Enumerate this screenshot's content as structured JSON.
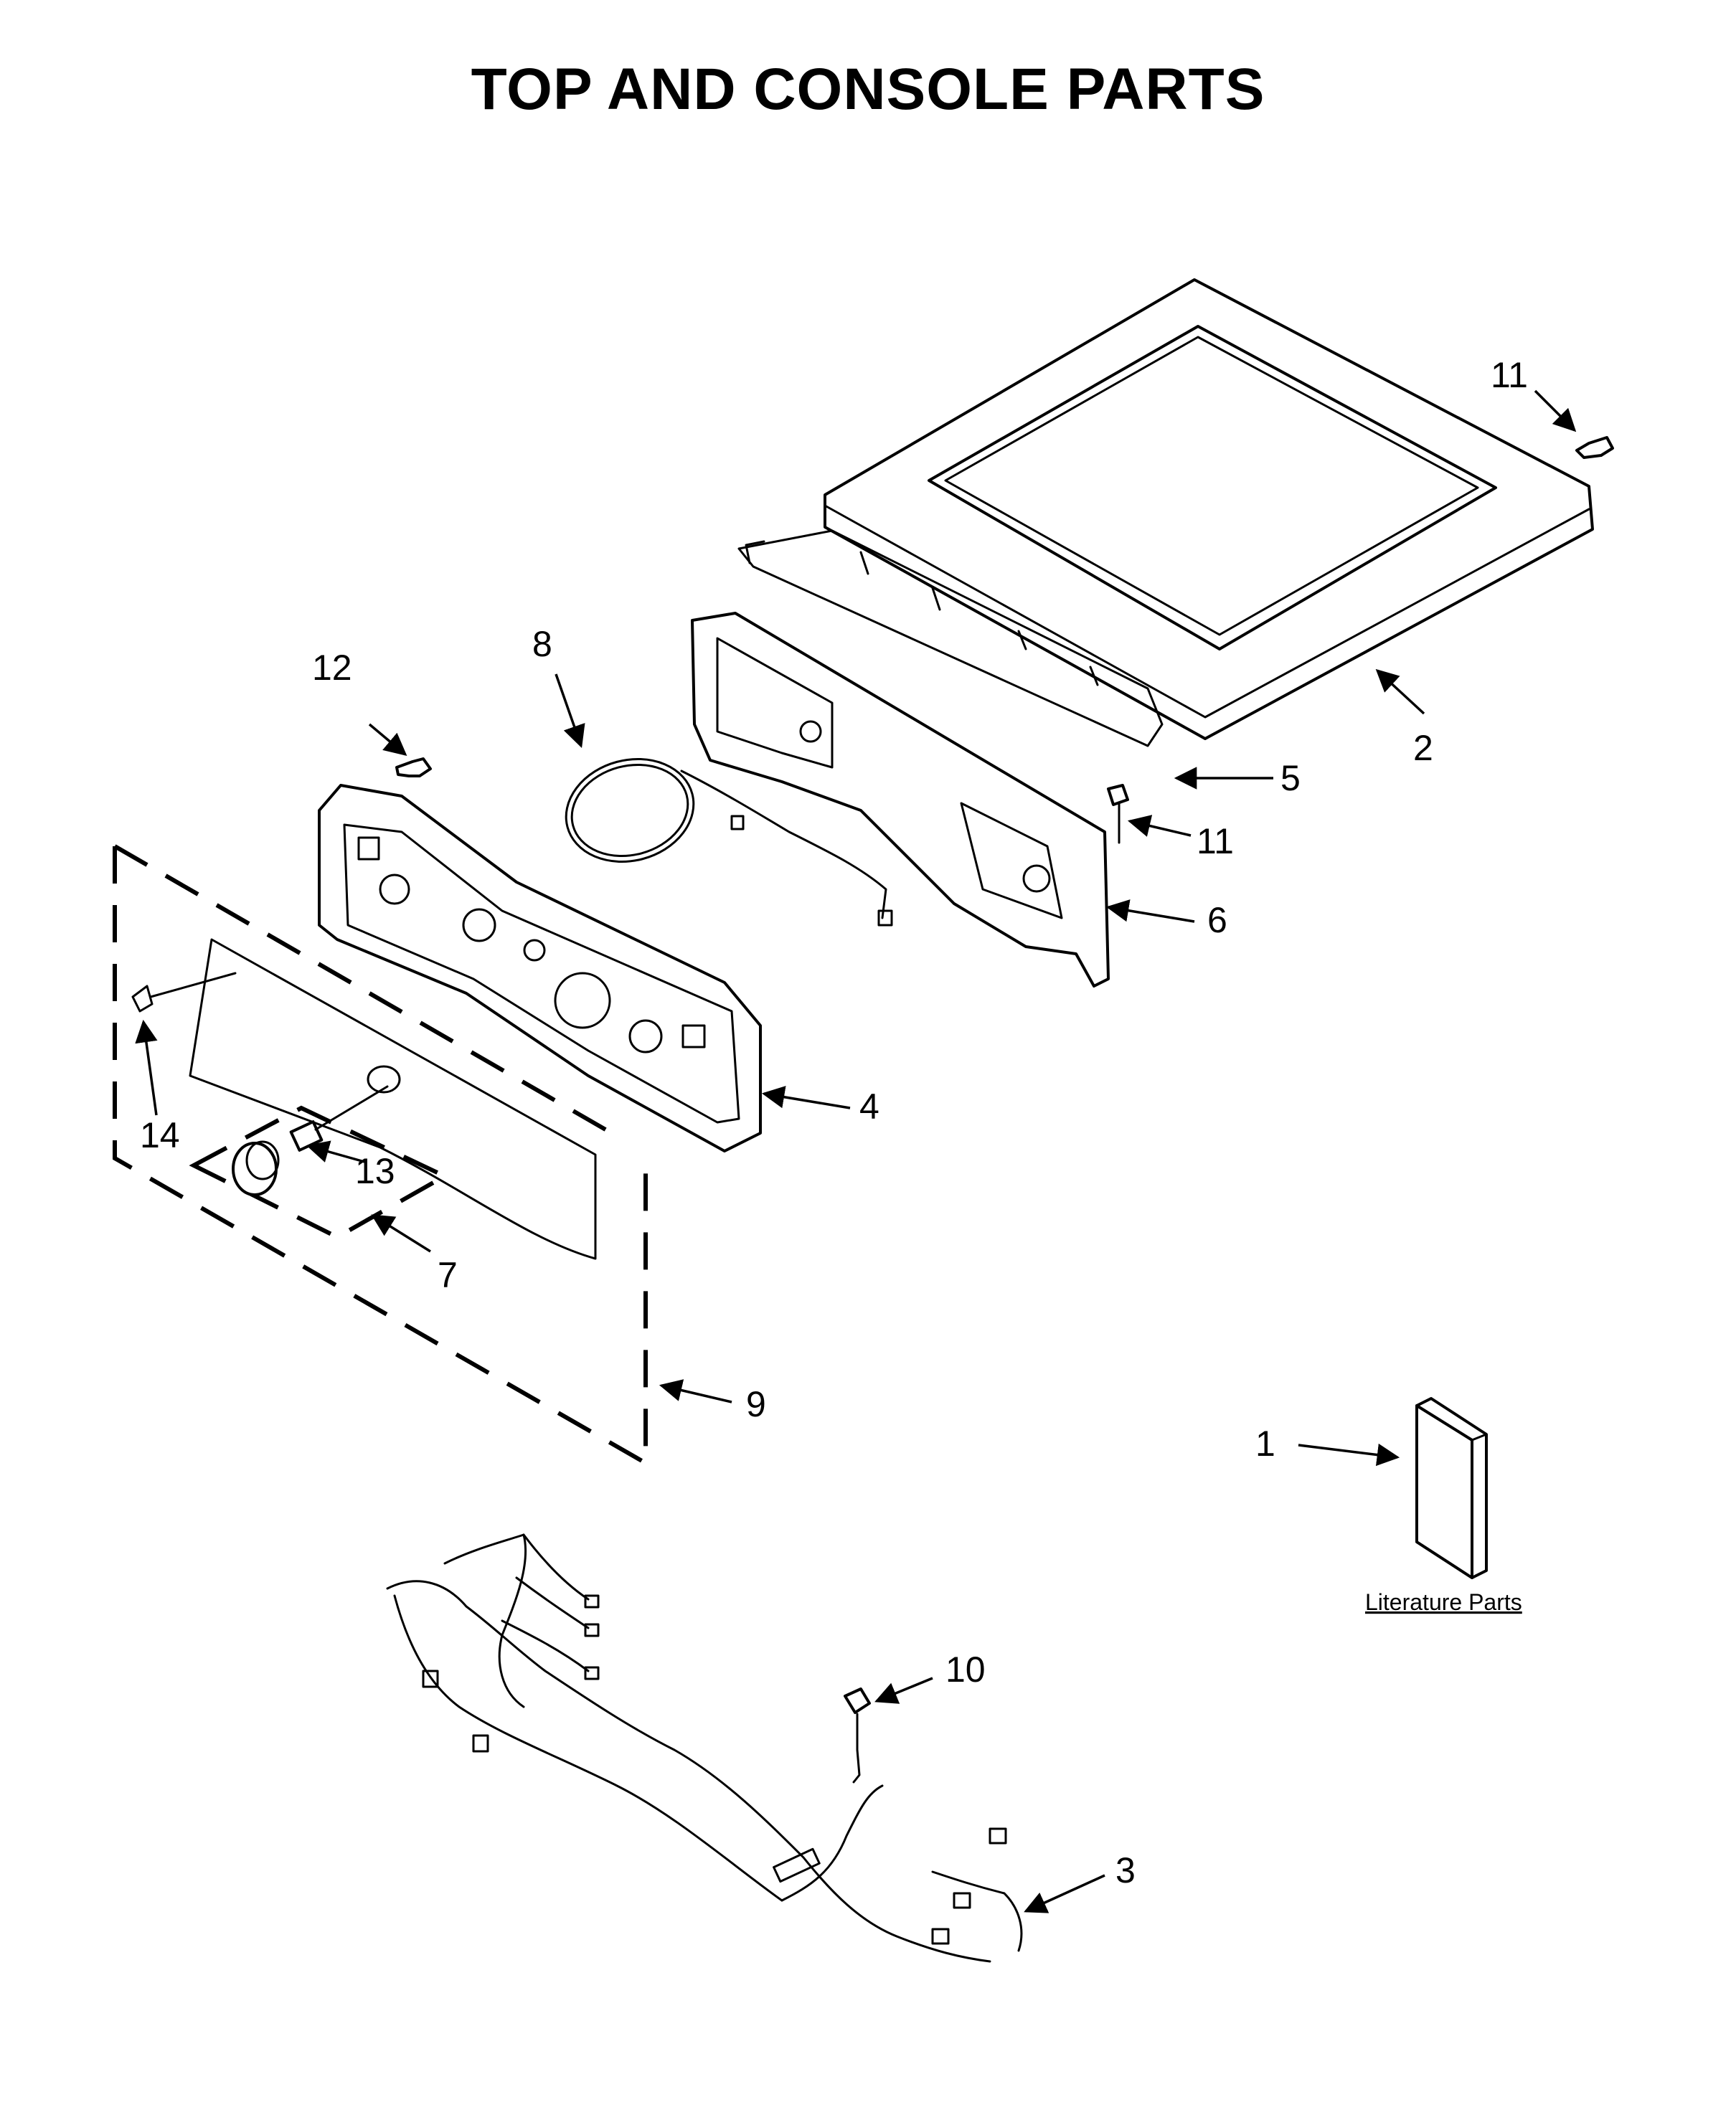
{
  "page": {
    "title": "TOP AND CONSOLE PARTS"
  },
  "callouts": {
    "c1": "1",
    "c2": "2",
    "c3": "3",
    "c4": "4",
    "c5": "5",
    "c6": "6",
    "c7": "7",
    "c8": "8",
    "c9": "9",
    "c10": "10",
    "c11a": "11",
    "c11b": "11",
    "c12": "12",
    "c13": "13",
    "c14": "14"
  },
  "literature": {
    "label": "Literature Parts"
  },
  "colors": {
    "line": "#000000",
    "background": "#ffffff"
  }
}
